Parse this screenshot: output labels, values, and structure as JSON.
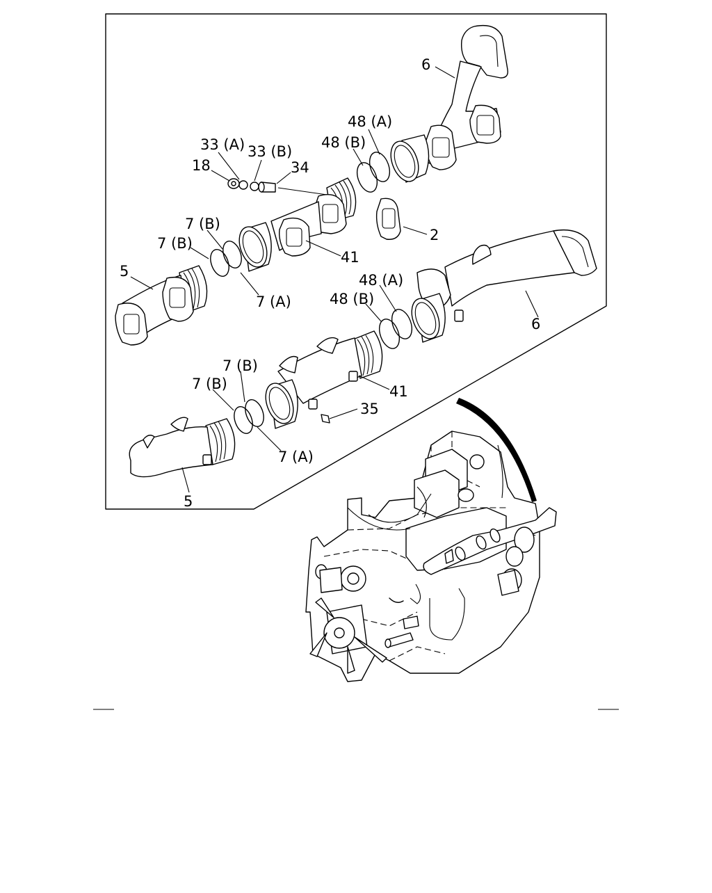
{
  "callouts": {
    "c_6_top": "6",
    "c_48a_top": "48 (A)",
    "c_48b_top": "48 (B)",
    "c_33a": "33 (A)",
    "c_33b": "33 (B)",
    "c_18": "18",
    "c_34": "34",
    "c_2": "2",
    "c_7b_1": "7 (B)",
    "c_7b_2": "7 (B)",
    "c_5_top": "5",
    "c_41_top": "41",
    "c_7a_top": "7 (A)",
    "c_48a_mid": "48 (A)",
    "c_48b_mid": "48 (B)",
    "c_6_mid": "6",
    "c_7b_3": "7 (B)",
    "c_7b_4": "7 (B)",
    "c_41_bot": "41",
    "c_35": "35",
    "c_7a_bot": "7 (A)",
    "c_5_bot": "5"
  },
  "icons": {
    "frame": "exploded-view-frame",
    "engine": "engine-overview-illustration",
    "pointer": "location-pointer-wedge"
  }
}
